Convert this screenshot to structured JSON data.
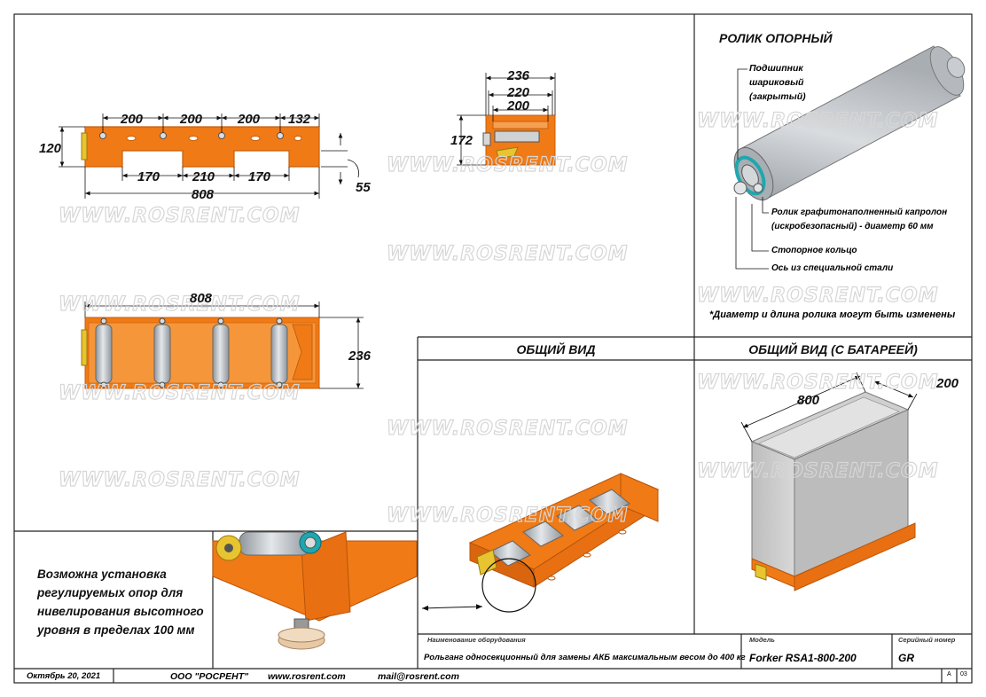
{
  "watermark": "WWW.ROSRENT.COM",
  "colors": {
    "frame": "#f07a16",
    "frame_dark": "#c85e0a",
    "roller": "#b9bec4",
    "battery": "#c9c9c9",
    "accent": "#1fa7b0"
  },
  "drawing_side": {
    "dims": {
      "d200a": "200",
      "d200b": "200",
      "d200c": "200",
      "d132": "132",
      "d120": "120",
      "d170a": "170",
      "d210": "210",
      "d170b": "170",
      "d808": "808",
      "d55": "55"
    }
  },
  "drawing_end": {
    "dims": {
      "d236": "236",
      "d220": "220",
      "d200": "200",
      "d172": "172"
    }
  },
  "drawing_top": {
    "dims": {
      "d808": "808",
      "d236": "236"
    }
  },
  "roller_panel": {
    "title": "РОЛИК ОПОРНЫЙ",
    "callouts": {
      "bearing_l1": "Подшипник",
      "bearing_l2": "шариковый",
      "bearing_l3": "(закрытый)",
      "roller_l1": "Ролик графитонаполненный капролон",
      "roller_l2": "(искробезопасный) - диаметр 60 мм",
      "ring": "Стопорное кольцо",
      "axle": "Ось из специальной стали"
    },
    "note": "*Диаметр и длина ролика могут быть изменены"
  },
  "general_view": {
    "title": "ОБЩИЙ ВИД"
  },
  "battery_view": {
    "title": "ОБЩИЙ ВИД (С БАТАРЕЕЙ)",
    "dims": {
      "d800": "800",
      "d200": "200"
    }
  },
  "note_panel": {
    "lines": [
      "Возможна установка",
      "регулируемых опор для",
      "нивелирования высотного",
      "уровня в пределах 100 мм"
    ]
  },
  "title_block": {
    "equipment_label": "Наименование оборудования",
    "equipment_value": "Рольганг односекционный для замены АКБ максимальным весом до 400 кг",
    "model_label": "Модель",
    "model_value": "Forker RSA1-800-200",
    "serial_label": "Серийный номер",
    "serial_value": "GR",
    "sheet_a": "A",
    "sheet_num": "03"
  },
  "footer": {
    "date": "Октябрь 20, 2021",
    "company": "ООО \"РОСРЕНТ\"",
    "website": "www.rosrent.com",
    "email": "mail@rosrent.com"
  }
}
